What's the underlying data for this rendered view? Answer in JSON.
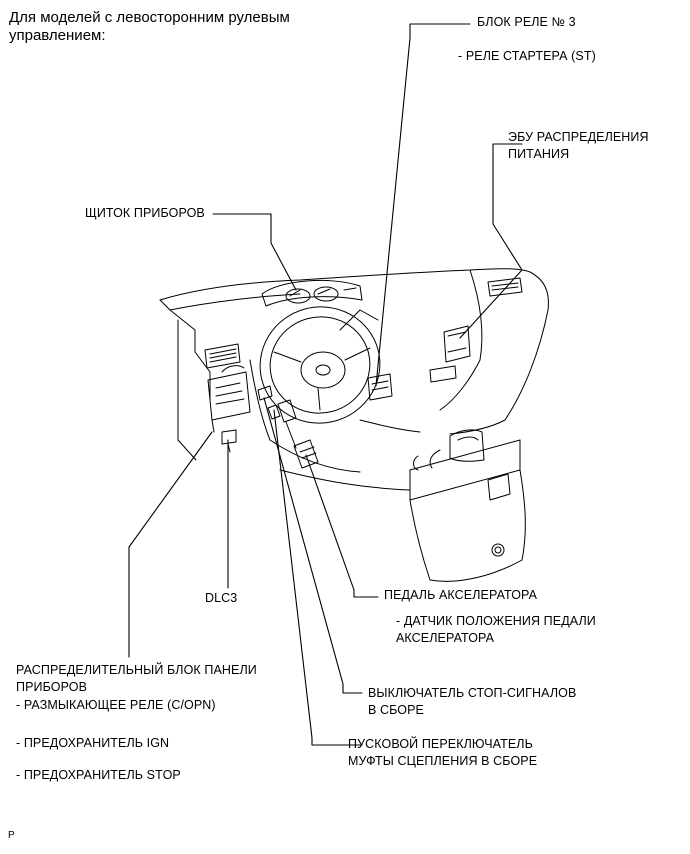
{
  "heading": "Для моделей с левосторонним рулевым управлением:",
  "labels": {
    "relay_block_title": "БЛОК РЕЛЕ № 3",
    "relay_block_item": "- РЕЛЕ СТАРТЕРА (ST)",
    "ecu_line1": "ЭБУ РАСПРЕДЕЛЕНИЯ",
    "ecu_line2": "ПИТАНИЯ",
    "cluster": "ЩИТОК ПРИБОРОВ",
    "dlc3": "DLC3",
    "accel_title": "ПЕДАЛЬ АКСЕЛЕРАТОРА",
    "accel_sub_line1": "- ДАТЧИК ПОЛОЖЕНИЯ ПЕДАЛИ",
    "accel_sub_line2": "АКСЕЛЕРАТОРА",
    "junction_line1": "РАСПРЕДЕЛИТЕЛЬНЫЙ БЛОК ПАНЕЛИ",
    "junction_line2": "ПРИБОРОВ",
    "junction_item1": "- РАЗМЫКАЮЩЕЕ РЕЛЕ (C/OPN)",
    "junction_item2": "- ПРЕДОХРАНИТЕЛЬ IGN",
    "junction_item3": "- ПРЕДОХРАНИТЕЛЬ STOP",
    "stop_line1": "ВЫКЛЮЧАТЕЛЬ СТОП-СИГНАЛОВ",
    "stop_line2": "В СБОРЕ",
    "clutch_line1": "ПУСКОВОЙ ПЕРЕКЛЮЧАТЕЛЬ",
    "clutch_line2": "МУФТЫ СЦЕПЛЕНИЯ В СБОРЕ",
    "corner_mark": "P"
  }
}
